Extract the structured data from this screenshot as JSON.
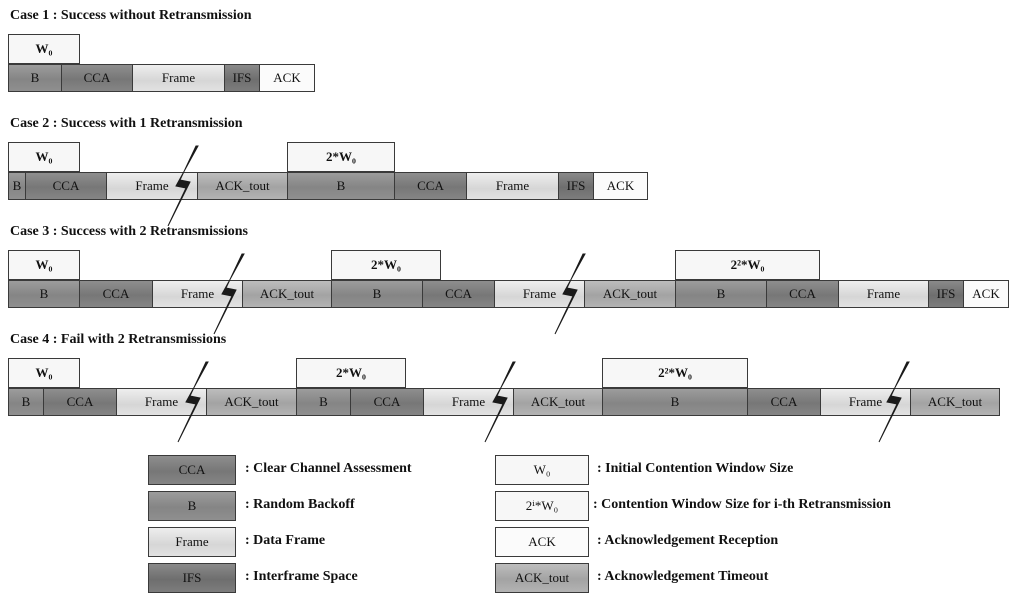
{
  "cases": [
    {
      "title": "Case 1 : Success without Retransmission",
      "windows": [
        "W₀"
      ],
      "blocks": [
        "B",
        "CCA",
        "Frame",
        "IFS",
        "ACK"
      ]
    },
    {
      "title": "Case 2 : Success with 1 Retransmission",
      "windows": [
        "W₀",
        "2*W₀"
      ],
      "blocks": [
        "B",
        "CCA",
        "Frame",
        "ACK_tout",
        "B",
        "CCA",
        "Frame",
        "IFS",
        "ACK"
      ]
    },
    {
      "title": "Case 3 : Success with 2 Retransmissions",
      "windows": [
        "W₀",
        "2*W₀",
        "2²*W₀"
      ],
      "blocks": [
        "B",
        "CCA",
        "Frame",
        "ACK_tout",
        "B",
        "CCA",
        "Frame",
        "ACK_tout",
        "B",
        "CCA",
        "Frame",
        "IFS",
        "ACK"
      ]
    },
    {
      "title": "Case 4 : Fail with 2 Retransmissions",
      "windows": [
        "W₀",
        "2*W₀",
        "2²*W₀"
      ],
      "blocks": [
        "B",
        "CCA",
        "Frame",
        "ACK_tout",
        "B",
        "CCA",
        "Frame",
        "ACK_tout",
        "B",
        "CCA",
        "Frame",
        "ACK_tout"
      ]
    }
  ],
  "legend": [
    {
      "swatch": "CCA",
      "text": ": Clear Channel Assessment"
    },
    {
      "swatch": "B",
      "text": ": Random Backoff"
    },
    {
      "swatch": "Frame",
      "text": ": Data Frame"
    },
    {
      "swatch": "IFS",
      "text": ": Interframe Space"
    },
    {
      "swatch": "W₀",
      "text": ": Initial Contention Window Size"
    },
    {
      "swatch": "2ⁱ*W₀",
      "text": ": Contention Window Size for i-th Retransmission"
    },
    {
      "swatch": "ACK",
      "text": ": Acknowledgement Reception"
    },
    {
      "swatch": "ACK_tout",
      "text": ": Acknowledgement Timeout"
    }
  ],
  "colors": {
    "B": "#8f8f8f",
    "CCA": "#7e7e7e",
    "Frame": "#e0e0e0",
    "IFS": "#757575",
    "ACK": "#fbfbfb",
    "ACK_tout": "#acacac",
    "window": "#f7f7f7"
  }
}
